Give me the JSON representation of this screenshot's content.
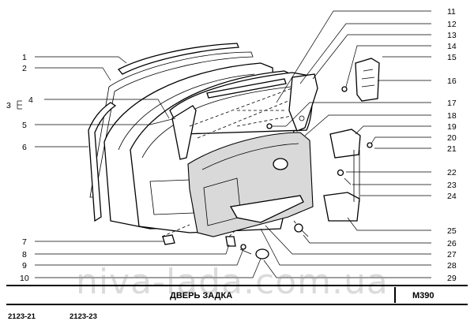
{
  "callouts_left": [
    "1",
    "2",
    "3",
    "4",
    "5",
    "6",
    "7",
    "8",
    "9",
    "10"
  ],
  "callouts_right": [
    "11",
    "12",
    "13",
    "14",
    "15",
    "16",
    "17",
    "18",
    "19",
    "20",
    "21",
    "22",
    "23",
    "24",
    "25",
    "26",
    "27",
    "28",
    "29"
  ],
  "watermark": "niva-lada.com.ua",
  "title_block": {
    "title": "ДВЕРЬ ЗАДКА",
    "code": "М390"
  },
  "models": [
    "2123-21",
    "2123-23"
  ]
}
